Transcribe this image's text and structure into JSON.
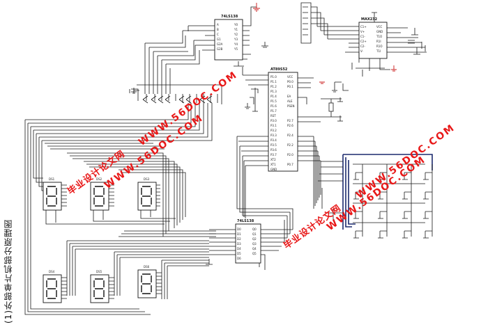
{
  "caption": "(1)外部单片机部分原理图",
  "watermarks": {
    "cn": "毕业设计论文网",
    "url": "WWW.56DOC.COM",
    "color": "#e81818"
  },
  "chips": {
    "decoder_top": "74LS138",
    "mcu": "AT89S52",
    "rs232": "MAX232",
    "latch_bottom": "74LS138"
  },
  "displays": {
    "row1": [
      "DS1",
      "DS2",
      "DS3"
    ],
    "row2": [
      "DS4",
      "DS5",
      "DS6"
    ]
  },
  "icons": {
    "ground": "ground-icon",
    "db9": "db9-connector-icon",
    "crystal": "crystal-icon"
  }
}
